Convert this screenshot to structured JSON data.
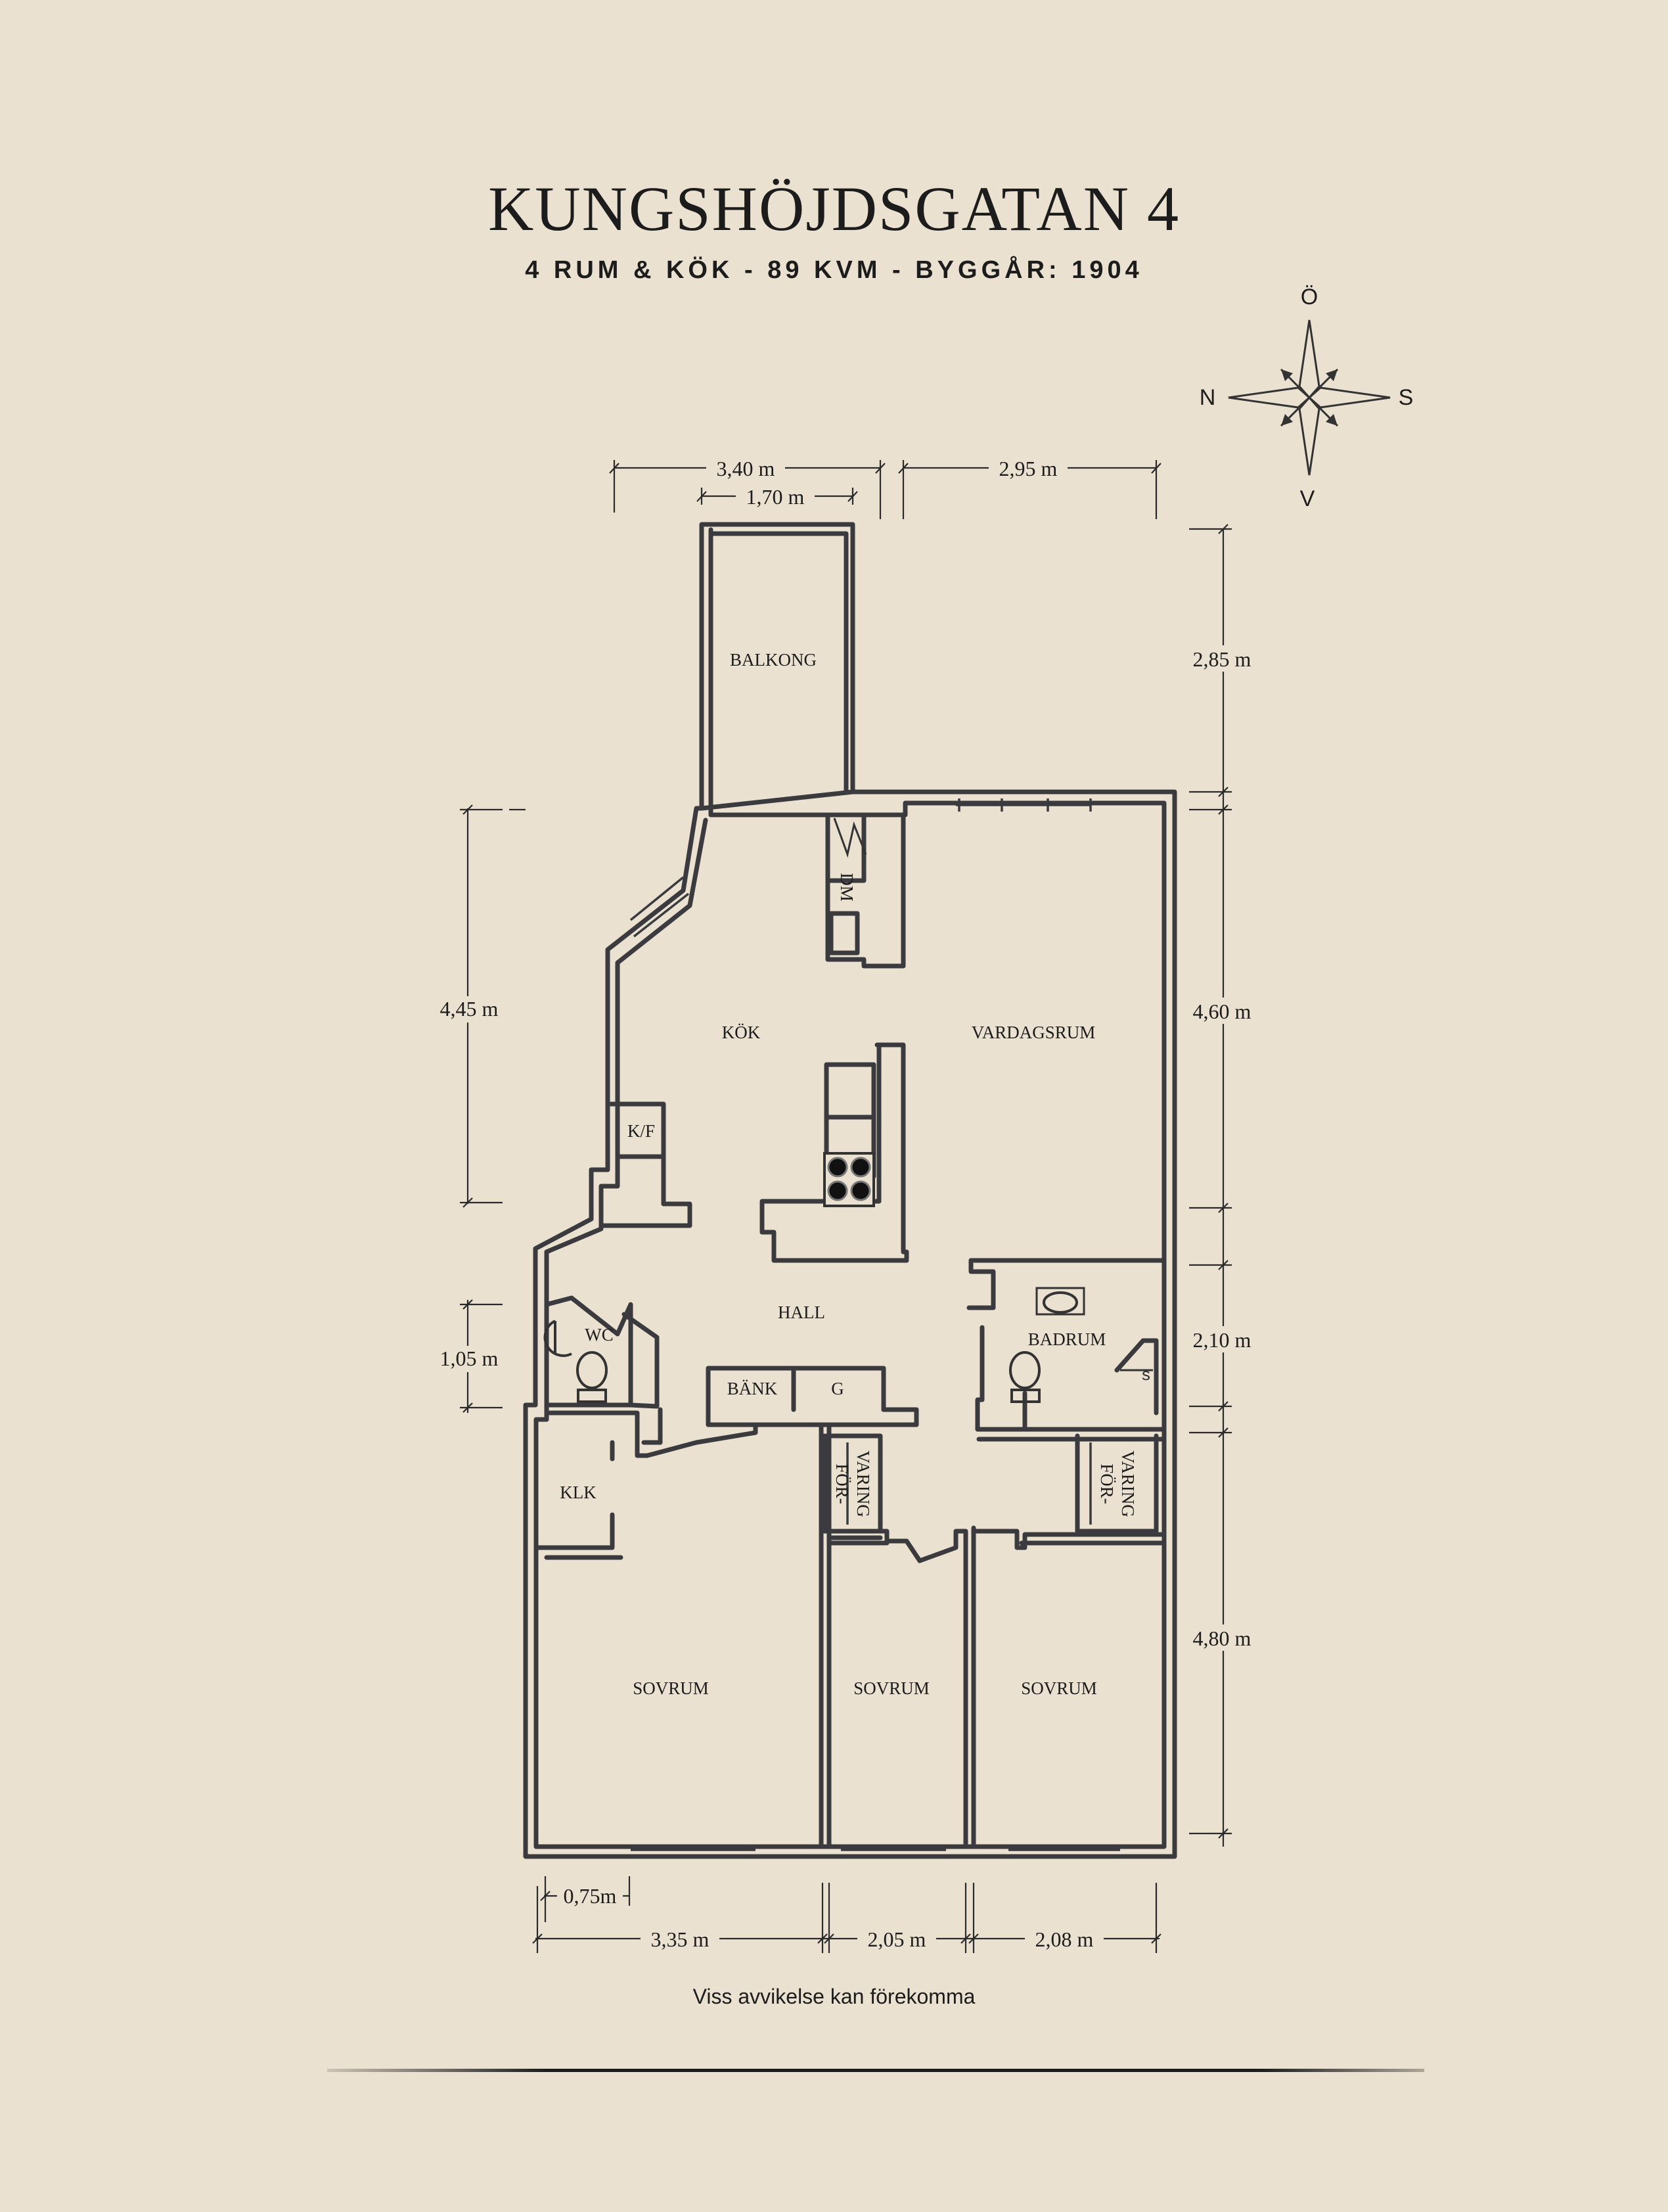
{
  "header": {
    "title": "KUNGSHÖJDSGATAN 4",
    "subtitle": "4 RUM & KÖK  -  89 KVM  -  BYGGÅR: 1904"
  },
  "compass": {
    "north": "N",
    "east": "Ö",
    "south": "S",
    "west": "V"
  },
  "rooms": {
    "balcony": "BALKONG",
    "kitchen": "KÖK",
    "living_room": "VARDAGSRUM",
    "hall": "HALL",
    "bathroom": "BADRUM",
    "wc": "WC",
    "closet": "KLK",
    "bedroom_1": "SOVRUM",
    "bedroom_2": "SOVRUM",
    "bedroom_3": "SOVRUM"
  },
  "fixtures": {
    "dm": "DM",
    "kf": "K/F",
    "bench": "BÄNK",
    "g": "G",
    "storage_1_line1": "FÖR-",
    "storage_1_line2": "VARING",
    "storage_2_line1": "FÖR-",
    "storage_2_line2": "VARING"
  },
  "dimensions": {
    "top_340": "3,40 m",
    "top_170": "1,70 m",
    "top_295": "2,95 m",
    "right_285": "2,85 m",
    "right_460": "4,60 m",
    "right_210": "2,10 m",
    "right_480": "4,80 m",
    "left_445": "4,45 m",
    "left_105": "1,05 m",
    "bottom_075": "0,75m",
    "bottom_335": "3,35 m",
    "bottom_205": "2,05 m",
    "bottom_208": "2,08 m"
  },
  "footer": {
    "note": "Viss avvikelse kan förekomma"
  }
}
